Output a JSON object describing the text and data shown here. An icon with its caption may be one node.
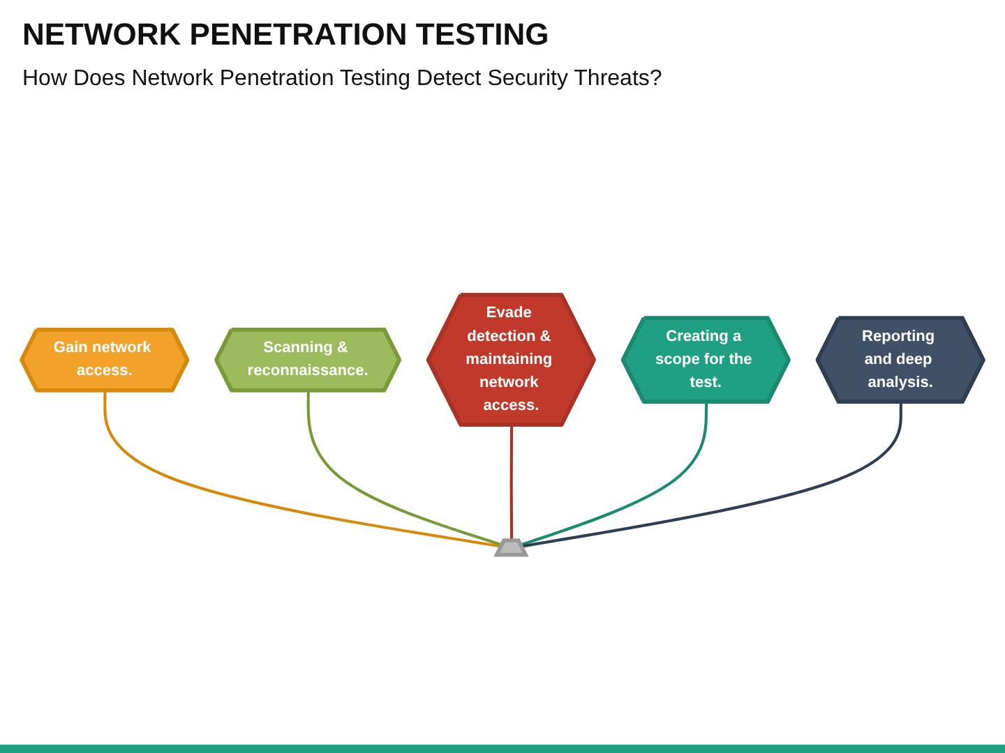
{
  "diagram": {
    "title": "NETWORK PENETRATION TESTING",
    "nodes": [
      {
        "text": [
          "Gain network access."
        ]
      },
      {
        "text": [
          "Scanning & reconnaissance."
        ]
      },
      {
        "text": [
          "Evade detection & maintaining network access."
        ]
      },
      {
        "text": [
          "Creating a scope for the test."
        ]
      },
      {
        "text": [
          "Reporting and deep analysis."
        ]
      },
      {
        "text": [],
        "shape": "bar"
      }
    ],
    "edges": [
      {
        "from": 0,
        "to": 5,
        "arrow": "none",
        "color": "#d68a0c"
      },
      {
        "from": 1,
        "to": 5,
        "arrow": "none",
        "color": "#7a9a3a"
      },
      {
        "from": 2,
        "to": 5,
        "arrow": "none",
        "color": "#a83228"
      },
      {
        "from": 3,
        "to": 5,
        "arrow": "none",
        "color": "#1a8a70"
      },
      {
        "from": 4,
        "to": 5,
        "arrow": "none",
        "color": "#2f3e50"
      }
    ],
    "labels": [
      "How Does Network Penetration Testing Detect Security Threats?"
    ]
  }
}
